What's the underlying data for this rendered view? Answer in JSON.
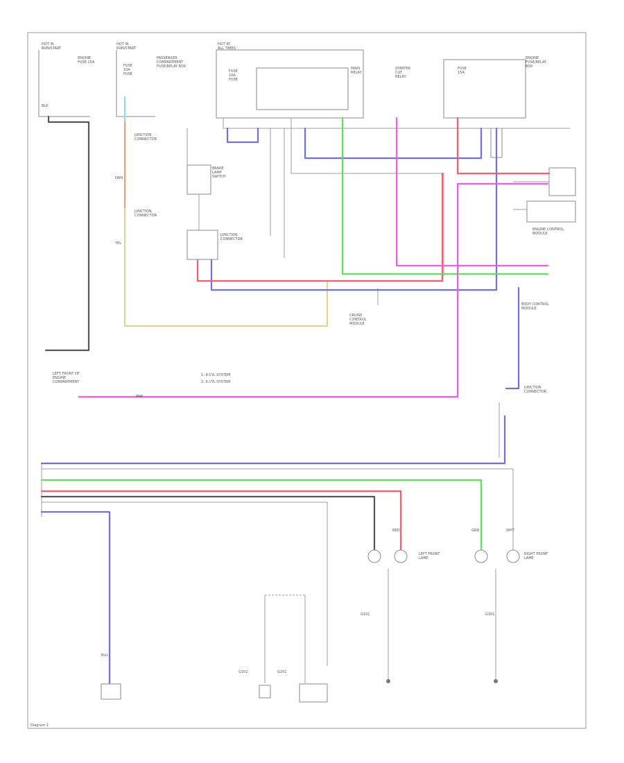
{
  "colors": {
    "blk": "#555555",
    "red": "#ff5a6e",
    "grn": "#5fe05f",
    "blu": "#6f6fe8",
    "pnk": "#f05cf0",
    "orn": "#f0a070",
    "yel": "#dcd29a",
    "wht": "#c8c8c8",
    "frame": "#9a9a9a"
  },
  "labels": {
    "hot_run_start_1": "HOT IN\nRUN/START",
    "engine_fuse": "ENGINE\nFUSE 15A",
    "hot_run_start_2": "HOT IN\nRUN/START",
    "fuse_box_1": "FUSE\n10A\nFUSE",
    "passenger_fuse_box": "PASSENGER\nCOMPARTMENT\nFUSE/RELAY BOX",
    "hot_all_times": "HOT AT\nALL TIMES",
    "fuse_box_2": "FUSE\n10A\nFUSE",
    "relay_main": "MAIN\nRELAY",
    "starter_cut": "STARTER\nCUT\nRELAY",
    "fuse_top": "FUSE\n15A",
    "engine_fuse_relay": "ENGINE\nFUSE/RELAY\nBOX",
    "junction_1": "JUNCTION\nCONNECTOR",
    "brake_switch": "BRAKE\nLAMP\nSWITCH",
    "junction_2": "JUNCTION\nCONNECTOR",
    "junction_3": "JUNCTION\nCONNECTOR",
    "engine_control": "ENGINE CONTROL\nMODULE",
    "cruise_control": "CRUISE\nCONTROL\nMODULE",
    "body_control": "BODY CONTROL\nMODULE",
    "left_front_sensor": "LEFT FRONT OF\nENGINE\nCOMPARTMENT",
    "system_note_1": "1: 4-CYL SYSTEM",
    "system_note_2": "2: 6-CYL SYSTEM",
    "junction_4": "JUNCTION\nCONNECTOR",
    "lamp_1": "LEFT FRONT\nLAMP",
    "lamp_2": "RIGHT FRONT\nLAMP",
    "ground_1": "G101",
    "ground_2": "G102",
    "ground_3": "G201",
    "ground_4": "G301",
    "wire_blk": "BLK",
    "wire_red": "RED",
    "wire_grn": "GRN",
    "wire_blu": "BLU",
    "wire_pnk": "PNK",
    "wire_yel": "YEL",
    "wire_wht": "WHT",
    "wire_orn": "ORN",
    "footer": "Diagram 1"
  }
}
